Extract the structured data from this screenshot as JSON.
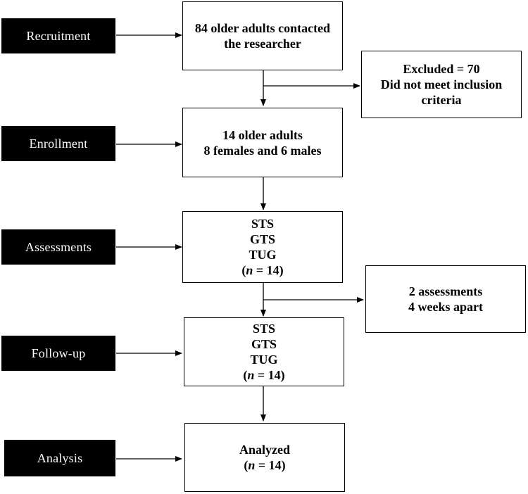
{
  "stages": {
    "recruitment": "Recruitment",
    "enrollment": "Enrollment",
    "assessments": "Assessments",
    "followup": "Follow-up",
    "analysis": "Analysis"
  },
  "boxes": {
    "recruitment": [
      "84 older adults contacted",
      "the researcher"
    ],
    "excluded": [
      "Excluded = 70",
      "Did not meet inclusion",
      "criteria"
    ],
    "enrollment": [
      "14 older adults",
      "8 females and 6 males"
    ],
    "assessments": {
      "tests": [
        "STS",
        "GTS",
        "TUG"
      ],
      "n_var": "n",
      "n_rest": " = 14"
    },
    "assessments_note": [
      "2 assessments",
      "4 weeks apart"
    ],
    "followup": {
      "tests": [
        "STS",
        "GTS",
        "TUG"
      ],
      "n_var": "n",
      "n_rest": " = 14"
    },
    "analysis": {
      "title": "Analyzed",
      "n_var": "n",
      "n_rest": " = 14"
    }
  },
  "colors": {
    "label_bg": "#000000",
    "label_text": "#ffffff",
    "line": "#000000"
  }
}
